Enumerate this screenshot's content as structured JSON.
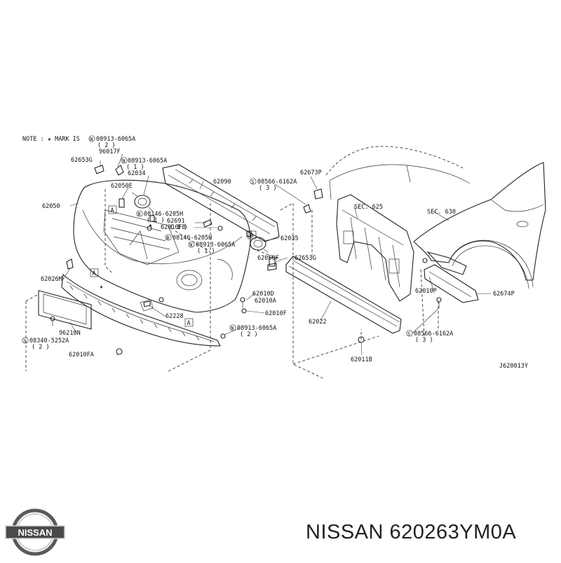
{
  "note": {
    "prefix": "NOTE : ",
    "mark": "★",
    "text": " MARK IS ",
    "ref": "08913-6065A",
    "qty": "( 2 )"
  },
  "labels": [
    {
      "id": "62653g_top",
      "text": "62653G"
    },
    {
      "id": "96017f",
      "text": "96017F"
    },
    {
      "id": "n08913_a",
      "text": "08913-6065A"
    },
    {
      "id": "q1_a",
      "text": "( 1 )"
    },
    {
      "id": "62034",
      "text": "62034"
    },
    {
      "id": "62050e",
      "text": "62050E"
    },
    {
      "id": "62050",
      "text": "62050"
    },
    {
      "id": "62090",
      "text": "62090"
    },
    {
      "id": "b08146_a",
      "text": "08146-6205H"
    },
    {
      "id": "q1_b",
      "text": "( 1 )"
    },
    {
      "id": "62691",
      "text": "62691"
    },
    {
      "id": "q1_c",
      "text": "( 1 )"
    },
    {
      "id": "62010fb",
      "text": "62010FB"
    },
    {
      "id": "b08146_b",
      "text": "08146-6205H"
    },
    {
      "id": "n08913_b",
      "text": "08913-6065A"
    },
    {
      "id": "q1_d",
      "text": "( 1 )"
    },
    {
      "id": "62035",
      "text": "62035"
    },
    {
      "id": "62050f",
      "text": "62050F"
    },
    {
      "id": "62653g_mid",
      "text": "62653G"
    },
    {
      "id": "62026m",
      "text": "62026M"
    },
    {
      "id": "62010d",
      "text": "62010D"
    },
    {
      "id": "62010a",
      "text": "62010A"
    },
    {
      "id": "62010f",
      "text": "62010F"
    },
    {
      "id": "62228",
      "text": "62228"
    },
    {
      "id": "96210n",
      "text": "96210N"
    },
    {
      "id": "s08340",
      "text": "08340-5252A"
    },
    {
      "id": "q2_a",
      "text": "( 2 )"
    },
    {
      "id": "n08913_c",
      "text": "08913-6065A"
    },
    {
      "id": "q2_b",
      "text": "( 2 )"
    },
    {
      "id": "62010fa",
      "text": "62010FA"
    },
    {
      "id": "62022",
      "text": "62022"
    },
    {
      "id": "62011b",
      "text": "62011B"
    },
    {
      "id": "62673p",
      "text": "62673P"
    },
    {
      "id": "s08566_a",
      "text": "08566-6162A"
    },
    {
      "id": "q3_a",
      "text": "( 3 )"
    },
    {
      "id": "sec625",
      "text": "SEC. 625"
    },
    {
      "id": "sec630",
      "text": "SEC. 630"
    },
    {
      "id": "62010p",
      "text": "62010P"
    },
    {
      "id": "62674p",
      "text": "62674P"
    },
    {
      "id": "s08566_b",
      "text": "08566-6162A"
    },
    {
      "id": "q3_b",
      "text": "( 3 )"
    },
    {
      "id": "diagram_code",
      "text": "J620013Y"
    }
  ],
  "markers": {
    "letter": "A",
    "star": "★",
    "n": "N",
    "s": "S",
    "b": "B"
  },
  "logo": {
    "text": "NISSAN"
  },
  "part_number": "NISSAN 620263YM0A",
  "colors": {
    "ink": "#222222",
    "logo_plate": "#4a4a4a",
    "background": "#ffffff"
  }
}
